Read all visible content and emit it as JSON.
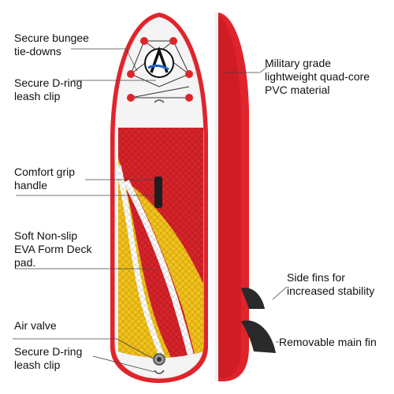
{
  "callouts_left": [
    {
      "id": "bungee",
      "text": "Secure bungee\ntie-downs"
    },
    {
      "id": "dring_top",
      "text": "Secure D-ring\nleash clip"
    },
    {
      "id": "handle",
      "text": "Comfort grip\nhandle"
    },
    {
      "id": "deck_pad",
      "text": "Soft Non-slip\nEVA Form Deck\npad."
    },
    {
      "id": "air_valve",
      "text": "Air valve"
    },
    {
      "id": "dring_bottom",
      "text": "Secure D-ring\nleash clip"
    }
  ],
  "callouts_right": [
    {
      "id": "pvc",
      "text": "Military grade\nlightweight quad-core\nPVC material"
    },
    {
      "id": "side_fins",
      "text": "Side fins for\nincreased stability"
    },
    {
      "id": "main_fin",
      "text": "Removable main fin"
    }
  ],
  "colors": {
    "board_red": "#e0242c",
    "deck_red": "#d8232a",
    "deck_yellow": "#f2c21a",
    "board_white": "#f4f4f4",
    "fin_black": "#2a2a2a",
    "leader_line": "#444444"
  },
  "logo_icon": "mountain-wave-logo"
}
